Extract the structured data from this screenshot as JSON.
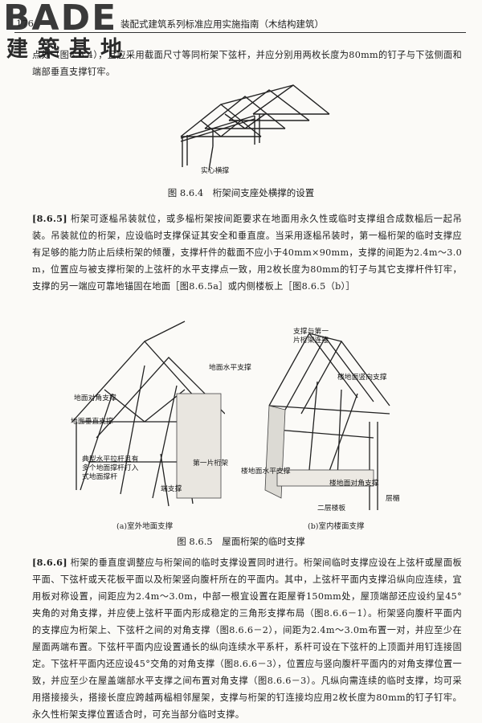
{
  "watermark": {
    "logo": "BADE",
    "cn": "建築基地"
  },
  "header": {
    "page_no": "176",
    "title": "装配式建筑系列标准应用实施指南（木结构建筑）"
  },
  "top_para": "点处（图8.6.4），且应采用截面尺寸等同桁架下弦杆，并应分别用两枚长度为80mm的钉子与下弦侧面和端部垂直支撑钉牢。",
  "fig864": {
    "callout": "实心横撑",
    "caption": "图 8.6.4　桁架间支座处横撑的设置"
  },
  "para865": {
    "label": "[8.6.5]",
    "text": "桁架可逐榀吊装就位，或多榀桁架按间距要求在地面用永久性或临时支撑组合成数榀后一起吊装。吊装就位的桁架，应设临时支撑保证其安全和垂直度。当采用逐榀吊装时，第一榀桁架的临时支撑应有足够的能力防止后续桁架的倾覆，支撑杆件的截面不应小于40mm×90mm，支撑的间距为2.4m～3.0m，位置应与被支撑桁架的上弦杆的水平支撑点一致，用2枚长度为80mm的钉子与其它支撑杆件钉牢，支撑的另一端应可靠地锚固在地面［图8.6.5a］或内侧楼板上［图8.6.5（b）］"
  },
  "fig865": {
    "left_labels": {
      "ground_horizontal": "地面水平支撑",
      "ground_diagonal": "地面对角支撑",
      "ground_vertical": "地面垂直支撑",
      "typical_rod": "典型水平拉杆且有多个地面撑杆打入式地面撑杆",
      "end_brace": "端支撑",
      "first_truss": "第一片桁架"
    },
    "right_labels": {
      "brace_top": "支撑与第一片桁架连接",
      "floor_vertical": "楼地面竖向支撑",
      "floor_horizontal": "楼地面水平支撑",
      "floor_diagonal": "楼地面对角支撑",
      "second_floor": "二层楼板",
      "joist": "层楣"
    },
    "sub_a": "(a)室外地面支撑",
    "sub_b": "(b)室内楼面支撑",
    "caption": "图 8.6.5　屋面桁架的临时支撑"
  },
  "para866": {
    "label": "[8.6.6]",
    "text": "桁架的垂直度调整应与桁架间的临时支撑设置同时进行。桁架间临时支撑应设在上弦杆或屋面板平面、下弦杆或天花板平面以及桁架竖向腹杆所在的平面内。其中，上弦杆平面内支撑沿纵向应连续，宜用板对称设置，间距应为2.4m～3.0m，中部一根宜设置在距屋脊150mm处，屋顶端部还应设约呈45°夹角的对角支撑，并应使上弦杆平面内形成稳定的三角形支撑布局（图8.6.6－1）。桁架竖向腹杆平面内的支撑应为桁架上、下弦杆之间的对角支撑（图8.6.6－2），间距为2.4m～3.0m布置一对，并应至少在屋面两端布置。下弦杆平面内应设置通长的纵向连续水平系杆，系杆可设在下弦杆的上顶面并用钉连接固定。下弦杆平面内还应设45°交角的对角支撑（图8.6.6－3），位置应与竖向腹杆平面内的对角支撑位置一致，并应至少在屋盖端部水平支撑之间布置对角支撑（图8.6.6－3）。凡纵向需连续的临时支撑，均可采用搭接接头，搭接长度应跨越两榀相邻屋架，支撑与桁架的钉连接均应用2枚长度为80mm的钉子钉牢。永久性桁架支撑位置适合时，可充当部分临时支撑。"
  }
}
